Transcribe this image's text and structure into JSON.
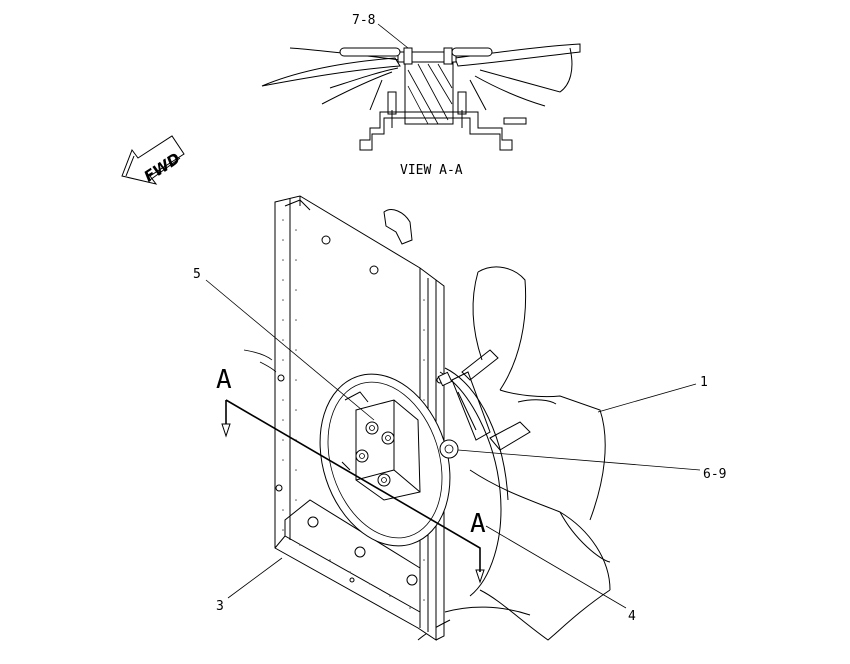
{
  "view_title": "VIEW A-A",
  "fwd_label": "FWD",
  "section_marks": {
    "left": "A",
    "right": "A"
  },
  "callouts": {
    "c1": "1",
    "c3": "3",
    "c4": "4",
    "c5": "5",
    "c69": "6-9",
    "c78": "7-8"
  }
}
